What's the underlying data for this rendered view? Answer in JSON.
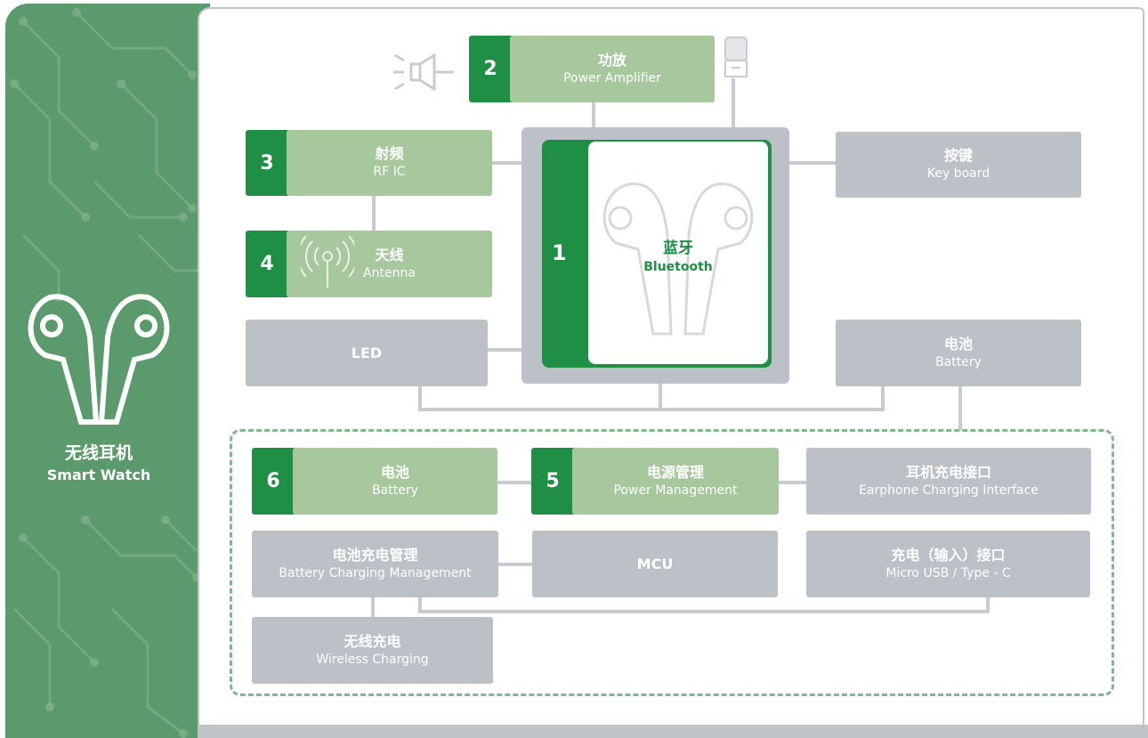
{
  "sidebar": {
    "title": "无线耳机",
    "subtitle": "Smart Watch"
  },
  "blocks": {
    "power_amp": {
      "num": "2",
      "zh": "功放",
      "en": "Power Amplifier"
    },
    "rf": {
      "num": "3",
      "zh": "射频",
      "en": "RF IC"
    },
    "antenna": {
      "num": "4",
      "zh": "天线",
      "en": "Antenna"
    },
    "led": {
      "label": "LED"
    },
    "bluetooth": {
      "num": "1",
      "zh": "蓝牙",
      "en": "Bluetooth"
    },
    "keyboard": {
      "zh": "按键",
      "en": "Key board"
    },
    "battery_top": {
      "zh": "电池",
      "en": "Battery"
    },
    "battery": {
      "num": "6",
      "zh": "电池",
      "en": "Battery"
    },
    "power_mgmt": {
      "num": "5",
      "zh": "电源管理",
      "en": "Power Management"
    },
    "earphone_charge": {
      "zh": "耳机充电接口",
      "en": "Earphone  Charging Interface"
    },
    "batt_charge_mgmt": {
      "zh": "电池充电管理",
      "en": "Battery Charging Management"
    },
    "mcu": {
      "label": "MCU"
    },
    "charge_input": {
      "zh": "充电（输入）接口",
      "en": "Micro USB / Type - C"
    },
    "wireless_charge": {
      "zh": "无线充电",
      "en": "Wireless Charging"
    }
  },
  "colors": {
    "sidebar": "#5a9a6c",
    "dark_green": "#1f8f45",
    "light_green": "#a7c89d",
    "gray": "#bcc1c7",
    "dashed_border": "#7fb88f"
  },
  "icons": [
    "earphones-icon",
    "speaker-icon",
    "microphone-icon",
    "antenna-icon",
    "circuit-pattern"
  ]
}
